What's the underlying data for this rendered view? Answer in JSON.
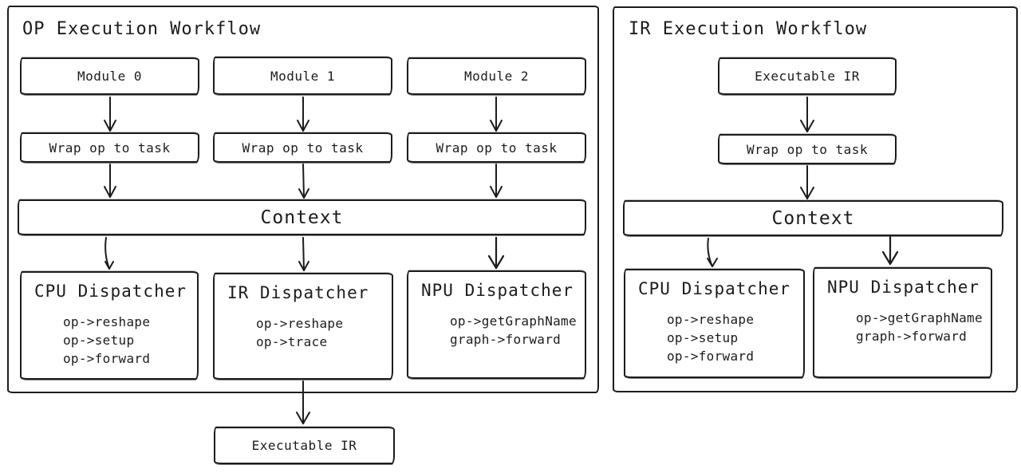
{
  "left": {
    "title": "OP Execution Workflow",
    "modules": [
      "Module 0",
      "Module 1",
      "Module 2"
    ],
    "wraps": [
      "Wrap op to task",
      "Wrap op to task",
      "Wrap op to task"
    ],
    "context": "Context",
    "dispatchers": [
      {
        "title": "CPU Dispatcher",
        "lines": [
          "op->reshape",
          "op->setup",
          "op->forward"
        ]
      },
      {
        "title": "IR Dispatcher",
        "lines": [
          "op->reshape",
          "op->trace"
        ]
      },
      {
        "title": "NPU Dispatcher",
        "lines": [
          "op->getGraphName",
          "graph->forward"
        ]
      }
    ],
    "result": "Executable IR"
  },
  "right": {
    "title": "IR Execution Workflow",
    "input": "Executable IR",
    "wrap": "Wrap op to task",
    "context": "Context",
    "dispatchers": [
      {
        "title": "CPU Dispatcher",
        "lines": [
          "op->reshape",
          "op->setup",
          "op->forward"
        ]
      },
      {
        "title": "NPU Dispatcher",
        "lines": [
          "op->getGraphName",
          "graph->forward"
        ]
      }
    ]
  },
  "colors": {
    "stroke": "#1c1c1c",
    "background": "#ffffff"
  }
}
